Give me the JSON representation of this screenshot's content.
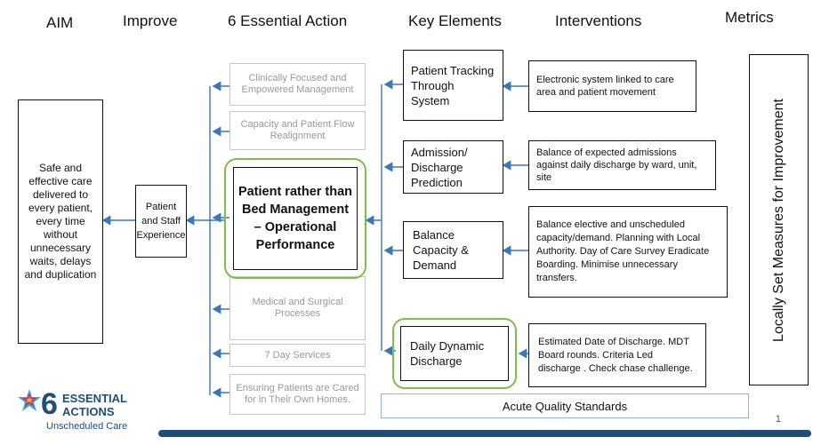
{
  "headers": {
    "aim": "AIM",
    "improve": "Improve",
    "essential_action": "6 Essential Action",
    "key_elements": "Key Elements",
    "interventions": "Interventions",
    "metrics": "Metrics"
  },
  "aim_box": "Safe and effective care delivered to every patient, every time without unnecessary waits, delays and duplication",
  "improve_box": "Patient and Staff Experience",
  "central_action": "Patient rather than Bed Management – Operational Performance",
  "essential_actions": [
    "Clinically Focused and Empowered Management",
    "Capacity and Patient Flow Realignment",
    "Medical and Surgical Processes",
    "7 Day Services",
    "Ensuring Patients are Cared for in Their Own Homes."
  ],
  "key_elements": [
    "Patient Tracking Through System",
    "Admission/ Discharge Prediction",
    "Balance Capacity & Demand",
    "Daily Dynamic Discharge"
  ],
  "interventions": [
    "Electronic system linked to care area and patient movement",
    "Balance of expected admissions against daily discharge by ward, unit, site",
    "Balance elective and unscheduled capacity/demand. Planning with Local Authority. Day of Care Survey Eradicate Boarding. Minimise unnecessary transfers.",
    "Estimated Date of Discharge. MDT Board rounds. Criteria Led discharge . Check chase challenge."
  ],
  "metrics_box": "Locally Set Measures for Improvement",
  "standards_box": "Acute Quality Standards",
  "logo": {
    "number": "6",
    "line1": "ESSENTIAL",
    "line2": "ACTIONS",
    "line3": "Unscheduled Care"
  },
  "page_number": "1",
  "colors": {
    "arrow": "#3a78b5",
    "highlight": "#7dbf4a",
    "logo_text": "#1f4e79",
    "bar": "#1f4e79"
  }
}
